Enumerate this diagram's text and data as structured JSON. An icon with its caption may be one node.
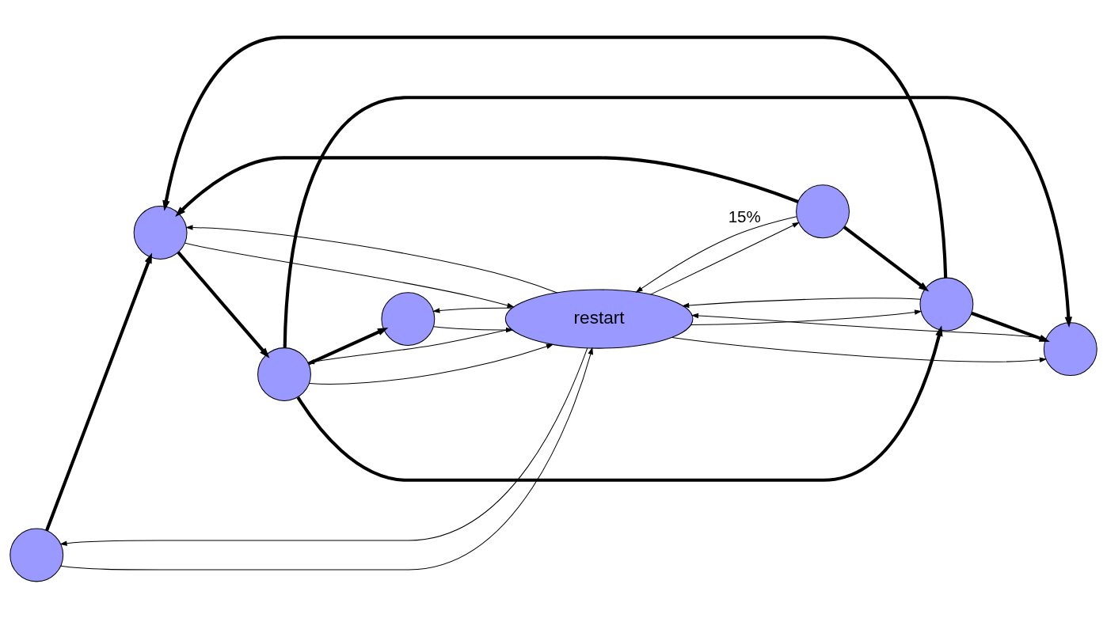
{
  "diagram": {
    "nodes": [
      {
        "text": [],
        "shape": "circle"
      },
      {
        "text": [],
        "shape": "circle"
      },
      {
        "text": [],
        "shape": "circle"
      },
      {
        "text": [],
        "shape": "circle"
      },
      {
        "text": [],
        "shape": "circle"
      },
      {
        "text": [],
        "shape": "circle"
      },
      {
        "text": [],
        "shape": "circle"
      },
      {
        "text": [
          "restart"
        ]
      }
    ],
    "edges": [
      {
        "from": 0,
        "to": 1,
        "arrow": "to",
        "style": "thick"
      },
      {
        "from": 4,
        "to": 1,
        "arrow": "to",
        "style": "thick"
      },
      {
        "from": 1,
        "to": 2,
        "arrow": "to",
        "style": "thick"
      },
      {
        "from": 4,
        "to": 5,
        "arrow": "to",
        "style": "thick"
      },
      {
        "from": 5,
        "to": 1,
        "arrow": "to",
        "style": "thick"
      },
      {
        "from": 2,
        "to": 3,
        "arrow": "to",
        "style": "thick"
      },
      {
        "from": 2,
        "to": 5,
        "arrow": "to",
        "style": "thick"
      },
      {
        "from": 2,
        "to": 6,
        "arrow": "to",
        "style": "thick"
      },
      {
        "from": 5,
        "to": 6,
        "arrow": "to",
        "style": "thick"
      },
      {
        "from": 0,
        "to": 7,
        "arrow": "to"
      },
      {
        "from": 7,
        "to": 0,
        "arrow": "to"
      },
      {
        "from": 4,
        "to": 7,
        "arrow": "to",
        "label": "15%"
      },
      {
        "from": 7,
        "to": 4,
        "arrow": "to"
      },
      {
        "from": 1,
        "to": 7,
        "arrow": "to"
      },
      {
        "from": 7,
        "to": 1,
        "arrow": "to"
      },
      {
        "from": 2,
        "to": 7,
        "arrow": "to"
      },
      {
        "from": 7,
        "to": 2,
        "arrow": "to"
      },
      {
        "from": 5,
        "to": 7,
        "arrow": "to"
      },
      {
        "from": 7,
        "to": 5,
        "arrow": "to"
      },
      {
        "from": 6,
        "to": 7,
        "arrow": "to"
      },
      {
        "from": 7,
        "to": 6,
        "arrow": "to"
      },
      {
        "from": 3,
        "to": 7,
        "arrow": "to"
      },
      {
        "from": 7,
        "to": 3,
        "arrow": "to"
      }
    ]
  }
}
